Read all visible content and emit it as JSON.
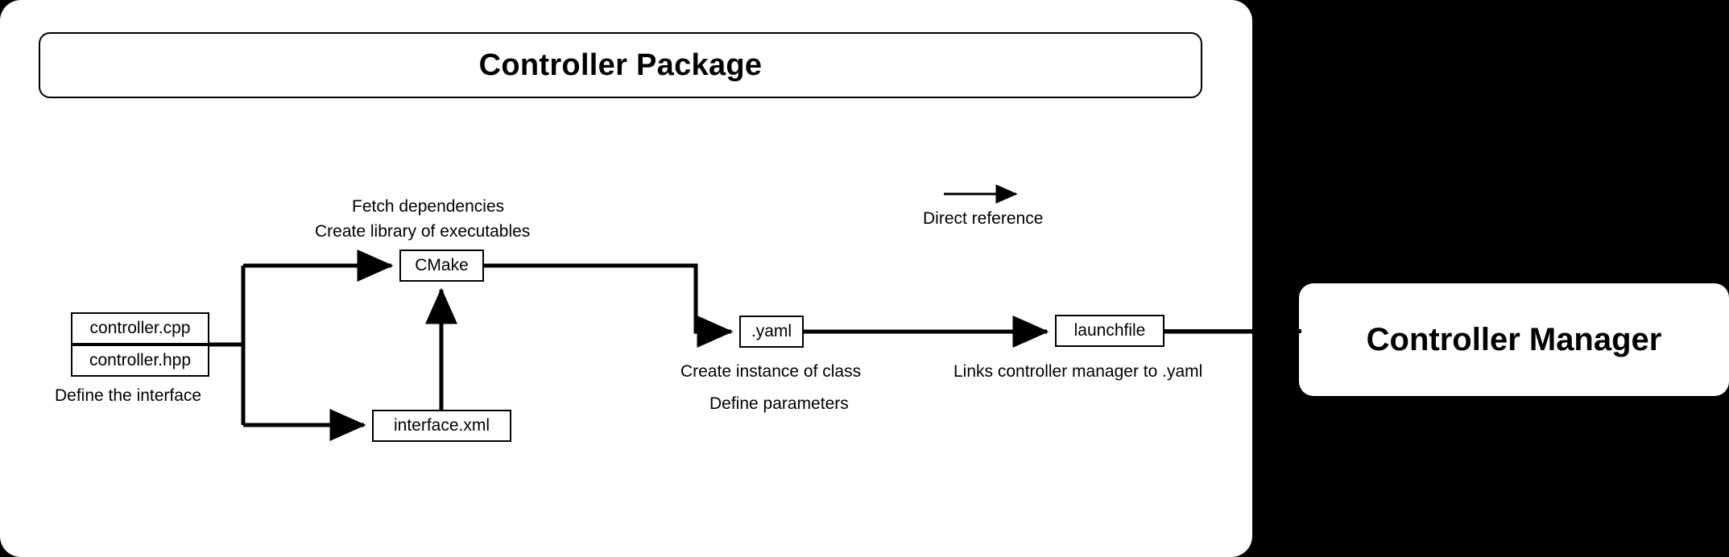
{
  "diagram": {
    "title": "Controller Package",
    "background_color": "#000000",
    "panel_color": "#ffffff",
    "line_color": "#000000"
  },
  "package": {
    "title": "Controller Package",
    "nodes": [
      {
        "id": "controller-cpp",
        "label": "controller.cpp"
      },
      {
        "id": "controller-hpp",
        "label": "controller.hpp"
      },
      {
        "id": "cmake",
        "label": "CMake"
      },
      {
        "id": "interface-xml",
        "label": "interface.xml"
      },
      {
        "id": "yaml",
        "label": ".yaml"
      },
      {
        "id": "launchfile",
        "label": "launchfile"
      }
    ],
    "annotations": {
      "define_interface": "Define the interface",
      "fetch_dependencies": "Fetch dependencies",
      "create_library": "Create library of executables",
      "create_instance": "Create instance of class",
      "define_parameters": "Define parameters",
      "links_controller_manager": "Links controller manager to .yaml"
    }
  },
  "legend": {
    "arrow_icon": "arrow-right-icon",
    "label": "Direct reference"
  },
  "external": {
    "controller_manager": "Controller Manager"
  },
  "edges": [
    {
      "from": "controller-cpp/hpp",
      "to": "cmake",
      "style": "orthogonal-arrow"
    },
    {
      "from": "controller-cpp/hpp",
      "to": "interface-xml",
      "style": "orthogonal-arrow"
    },
    {
      "from": "interface-xml",
      "to": "cmake",
      "style": "straight-arrow-up"
    },
    {
      "from": "cmake",
      "to": "yaml",
      "style": "orthogonal-arrow"
    },
    {
      "from": "yaml",
      "to": "launchfile",
      "style": "straight-arrow"
    },
    {
      "from": "launchfile",
      "to": "controller-manager",
      "style": "line"
    }
  ]
}
